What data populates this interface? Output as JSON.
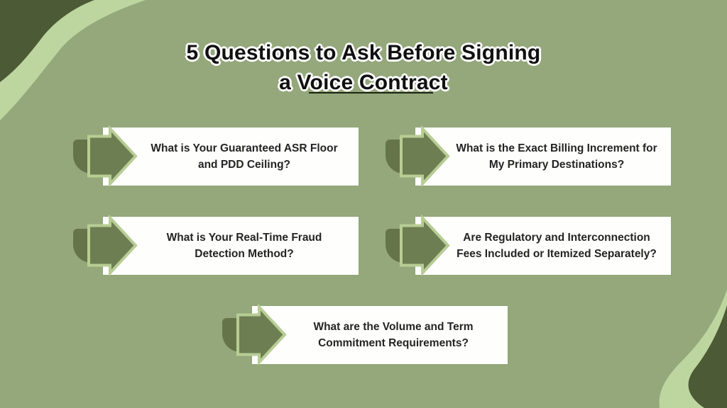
{
  "title": {
    "line1": "5 Questions to Ask Before Signing",
    "line2": "a Voice Contract"
  },
  "cards": [
    {
      "line1": "What is Your Guaranteed ASR Floor",
      "line2": "and PDD Ceiling?"
    },
    {
      "line1": "What is the Exact Billing Increment for",
      "line2": "My Primary Destinations?"
    },
    {
      "line1": "What is Your Real-Time Fraud",
      "line2": "Detection Method?"
    },
    {
      "line1": "Are Regulatory and Interconnection",
      "line2": "Fees Included or Itemized Separately?"
    },
    {
      "line1": "What are the Volume and Term",
      "line2": "Commitment Requirements?"
    }
  ],
  "colors": {
    "background": "#94a87b",
    "dark_corner": "#4d5a36",
    "light_wave": "#bdd69f",
    "arrow_fill": "#6e7e53",
    "arrow_outline": "#b7cd94",
    "blob_fill": "#657549",
    "box_background": "#fefefd",
    "text_ink": "#242424",
    "title_ink": "#101010",
    "title_outline": "#ffffff",
    "underline": "#1c2312"
  }
}
